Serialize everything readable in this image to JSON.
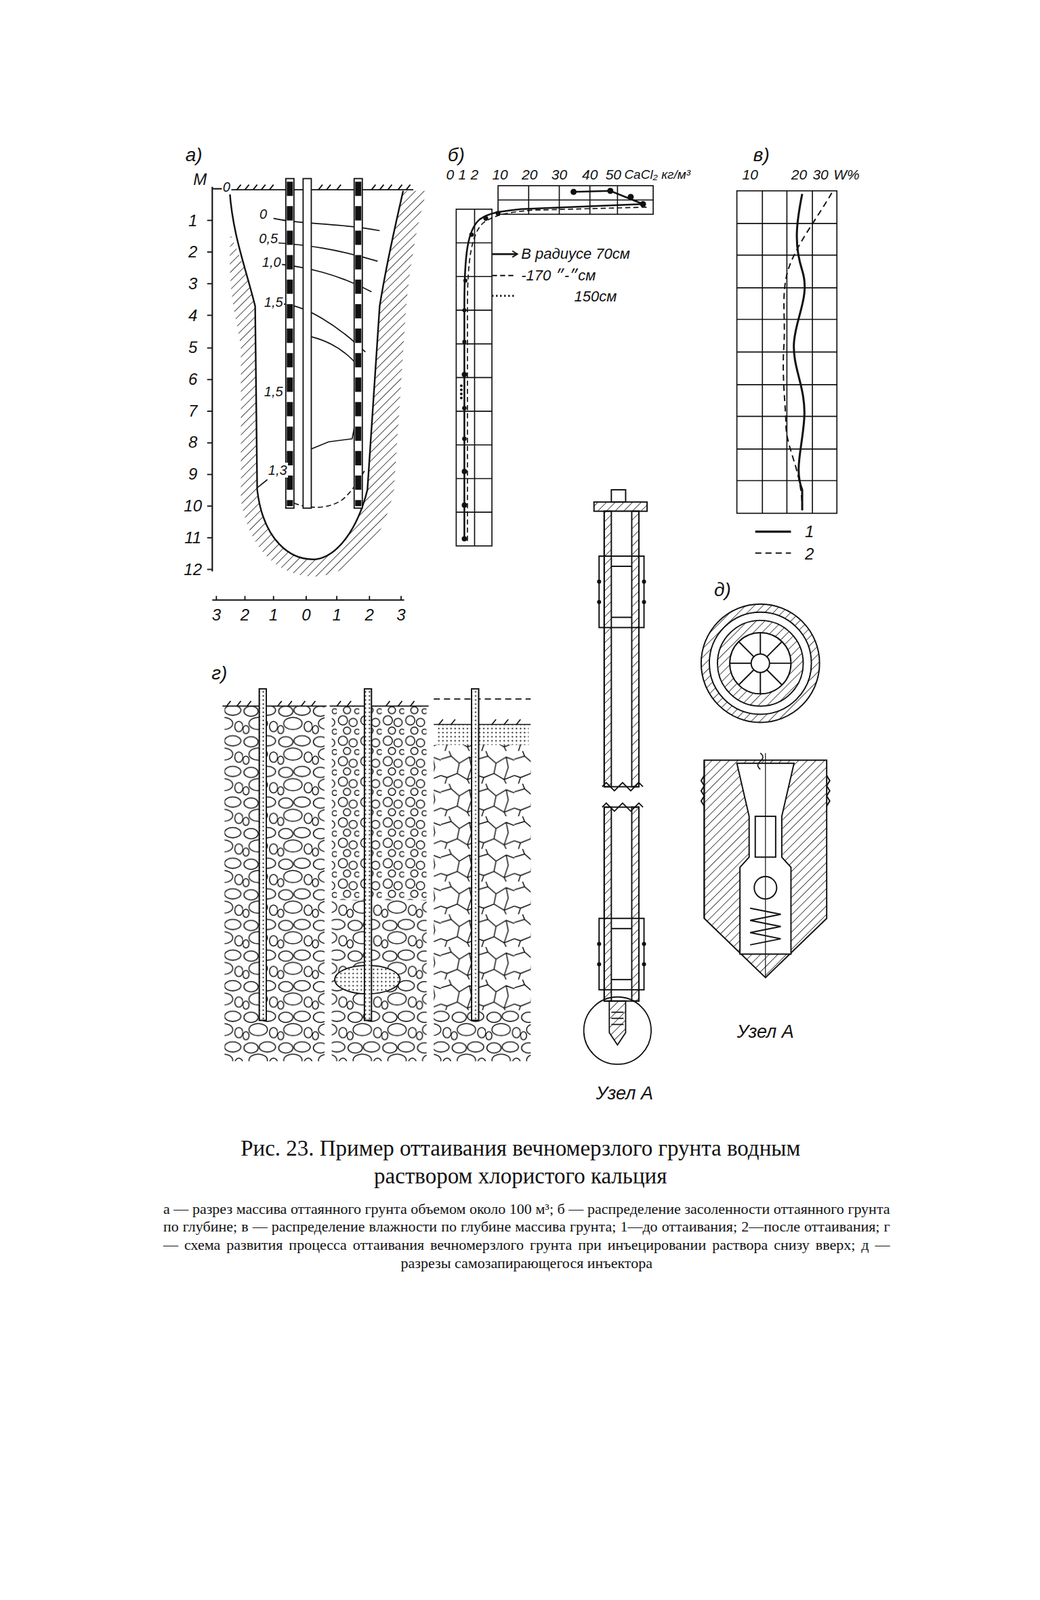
{
  "diagram": {
    "caption": "Рис. 23. Пример оттаивания вечномерзлого грунта водным раствором хлористого кальция",
    "labels": [
      "а)",
      "М",
      "0",
      "1",
      "2",
      "3",
      "4",
      "5",
      "6",
      "7",
      "8",
      "9",
      "10",
      "11",
      "12",
      "3",
      "2",
      "1",
      "0",
      "1",
      "2",
      "3",
      "0",
      "0,5",
      "1,0",
      "1,5",
      "1,5",
      "1,3",
      "б)",
      "0",
      "1",
      "2",
      "10",
      "20",
      "30",
      "40",
      "50",
      "CaCl₂ кг/м³",
      "в)",
      "10",
      "20",
      "30",
      "W%",
      "г)",
      "д)",
      "Узел А",
      "Узел А",
      "а — разрез массива оттаянного грунта объемом около 100 м³; б — распределение засоленности оттаянного грунта по глубине; в — распределение влажности по глубине массива грунта; 1—до оттаивания; 2—после оттаивания; г — схема развития процесса оттаивания вечномерзлого грунта при инъецировании раствора снизу вверх; д — разрезы самозапирающегося инъектора"
    ],
    "legend": [
      {
        "text": "В радиусе 70см"
      },
      {
        "text": "-״-״ 170см"
      },
      {
        "text": "150см"
      },
      {
        "text": "1"
      },
      {
        "text": "2"
      }
    ]
  }
}
